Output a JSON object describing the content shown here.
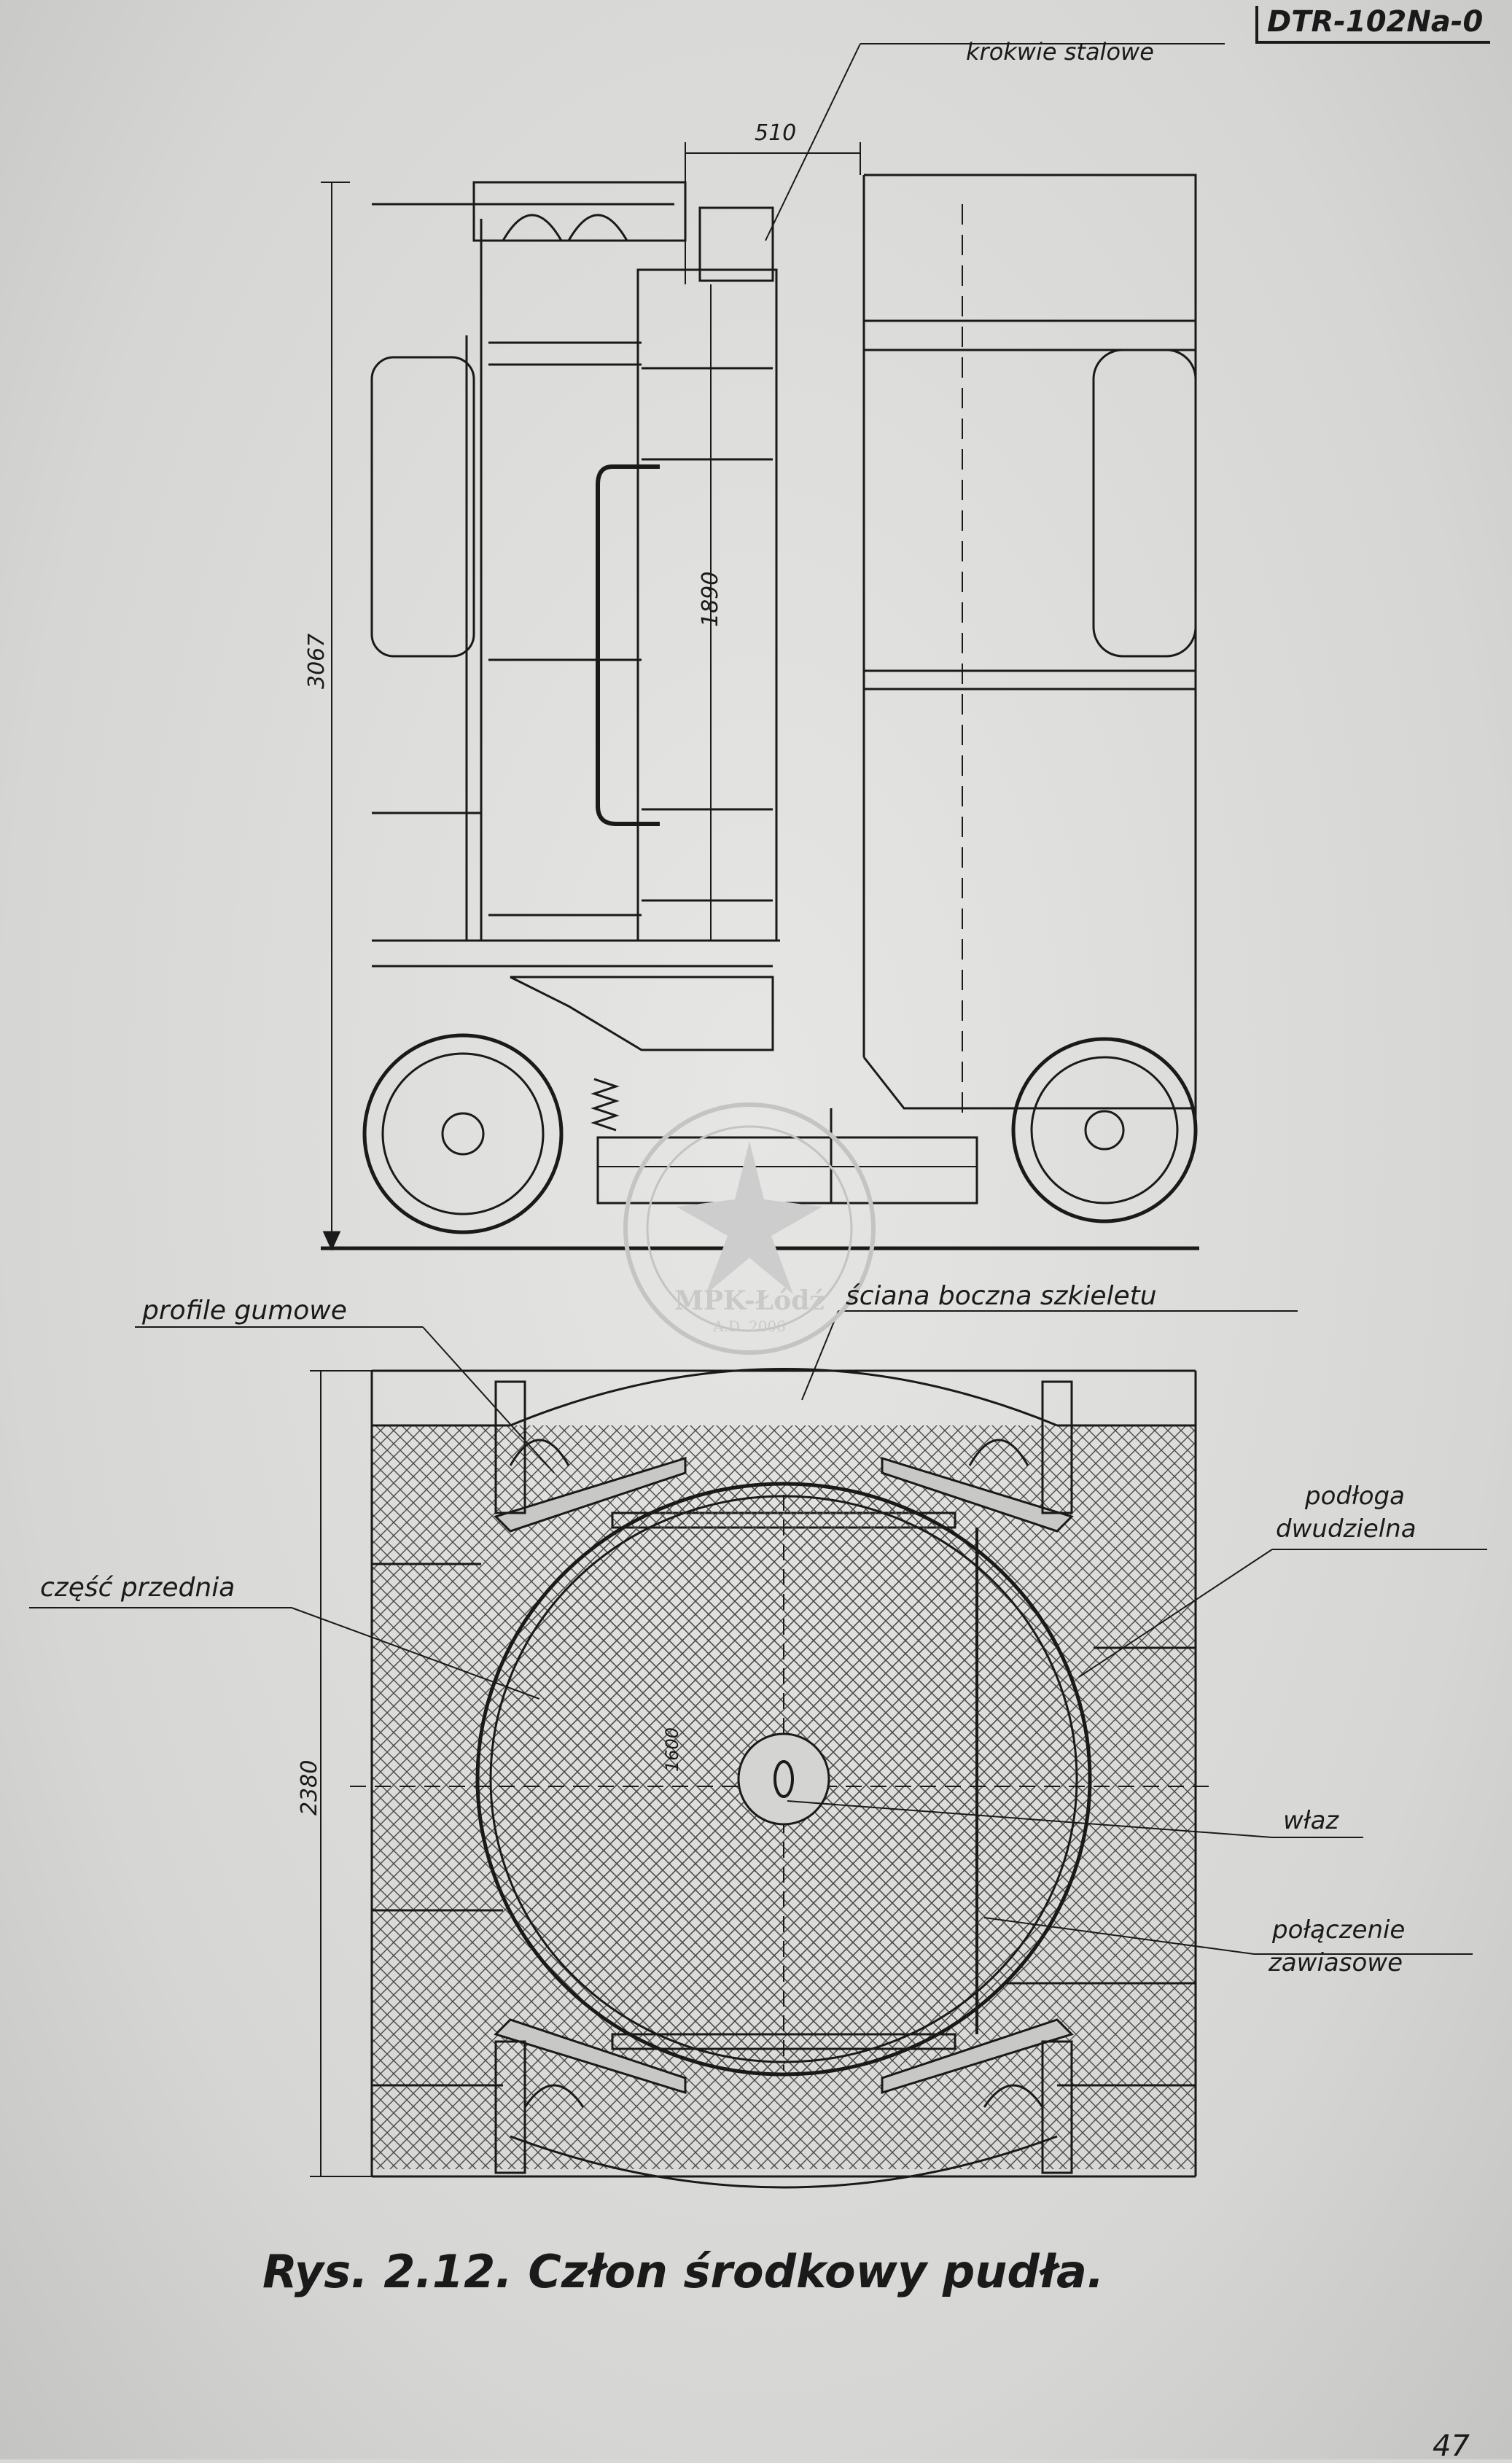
{
  "document": {
    "code": "DTR-102Na-0",
    "caption": "Rys. 2.12. Człon środkowy pudła.",
    "page_number": "47"
  },
  "labels": {
    "steel_steps": "krokwie stalowe",
    "rubber_profiles": "profile gumowe",
    "frame_side_wall": "ściana boczna szkieletu",
    "split_floor_line1": "podłoga",
    "split_floor_line2": "dwudzielna",
    "front_part": "część przednia",
    "hatch": "właz",
    "hinge_line1": "połączenie",
    "hinge_line2": "zawiasowe"
  },
  "dimensions": {
    "top_width": "510",
    "overall_height": "3067",
    "step_height": "1890",
    "plan_width": "2380",
    "disc_diameter": "1600"
  },
  "watermark": {
    "text": "MPK-Łódź",
    "sub": "A.D. 2006"
  },
  "colors": {
    "paper": "#dcdcda",
    "ink": "#1a1a1a"
  }
}
